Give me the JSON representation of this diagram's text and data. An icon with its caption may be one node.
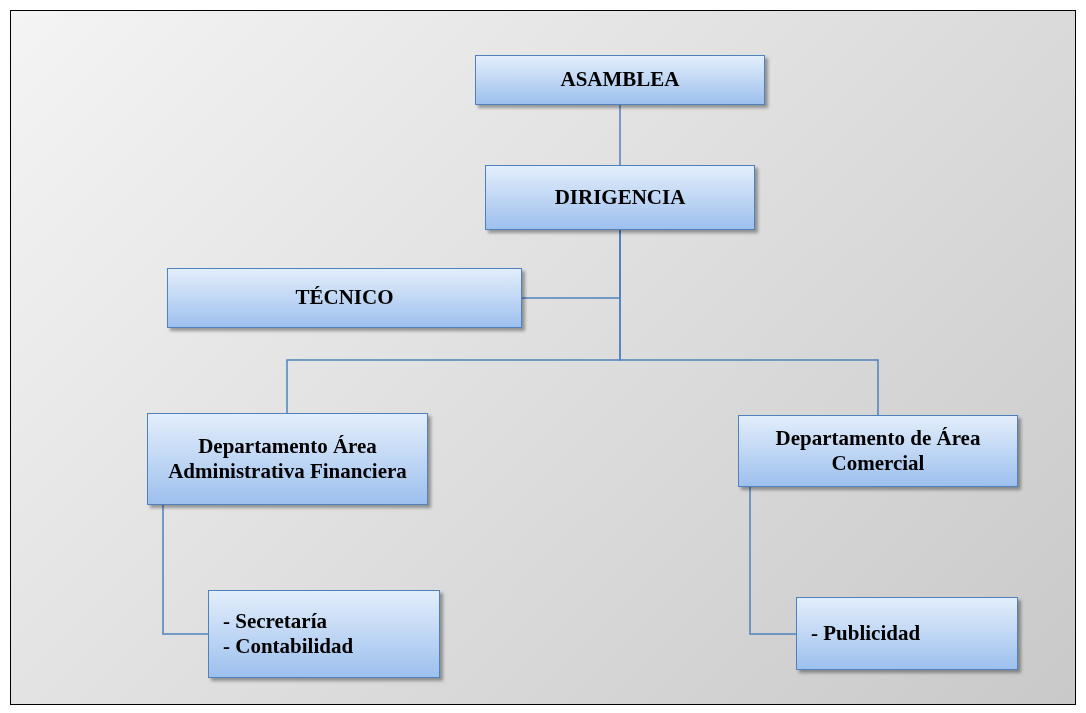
{
  "diagram": {
    "nodes": [
      {
        "text": [
          "ASAMBLEA"
        ]
      },
      {
        "text": [
          "DIRIGENCIA"
        ]
      },
      {
        "text": [
          "TÉCNICO"
        ]
      },
      {
        "text": [
          "Departamento Área Administrativa Financiera"
        ]
      },
      {
        "text": [
          "Departamento de Área Comercial"
        ]
      },
      {
        "text": [
          "- Secretaría",
          "- Contabilidad"
        ]
      },
      {
        "text": [
          "- Publicidad"
        ]
      }
    ],
    "edges": [
      {
        "from": 0,
        "to": 1,
        "arrow": "none"
      },
      {
        "from": 1,
        "to": 2,
        "arrow": "none"
      },
      {
        "from": 1,
        "to": 3,
        "arrow": "none"
      },
      {
        "from": 1,
        "to": 4,
        "arrow": "none"
      },
      {
        "from": 3,
        "to": 5,
        "arrow": "none"
      },
      {
        "from": 4,
        "to": 6,
        "arrow": "none"
      }
    ]
  }
}
